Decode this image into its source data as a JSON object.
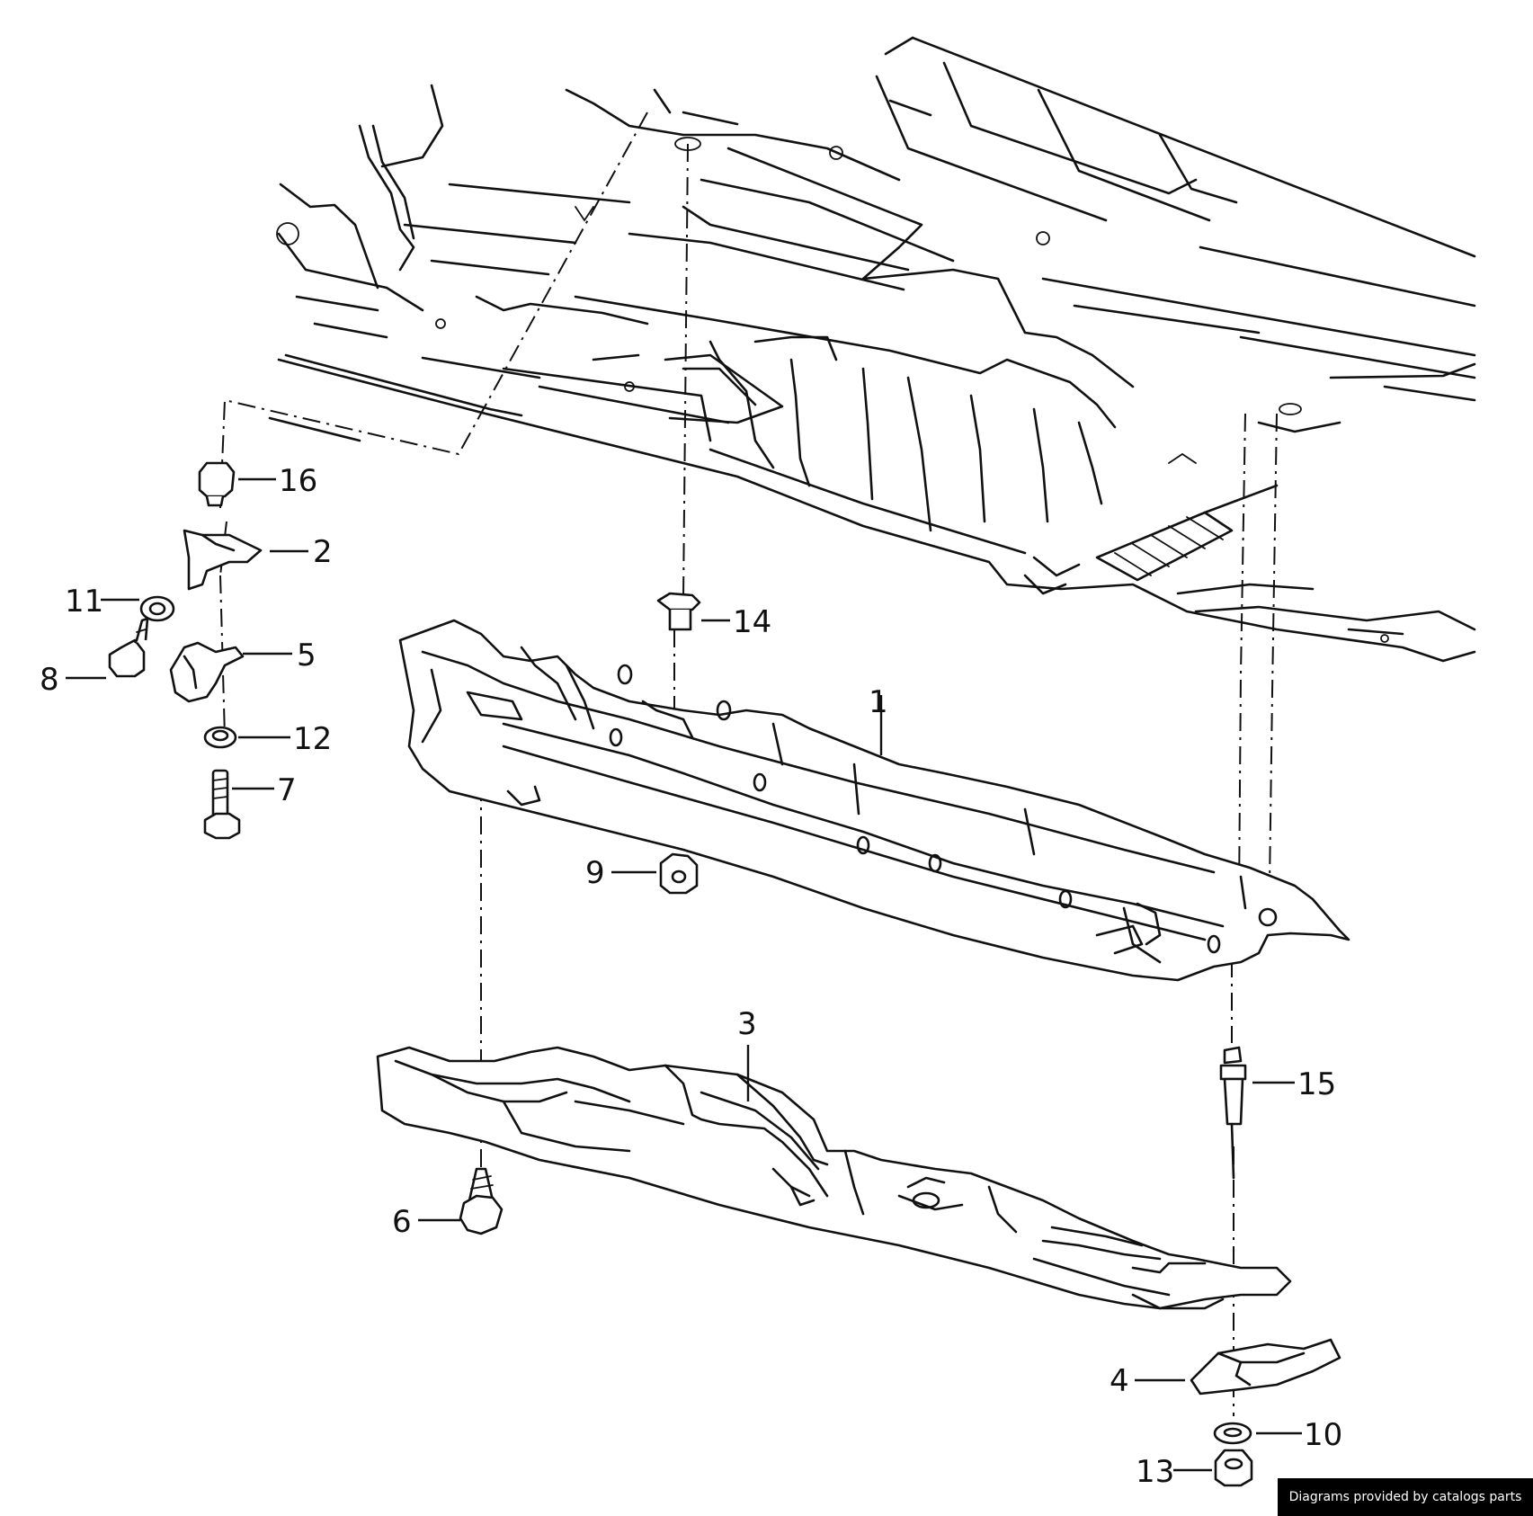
{
  "callouts": [
    {
      "id": "1",
      "label": "1"
    },
    {
      "id": "2",
      "label": "2"
    },
    {
      "id": "3",
      "label": "3"
    },
    {
      "id": "4",
      "label": "4"
    },
    {
      "id": "5",
      "label": "5"
    },
    {
      "id": "6",
      "label": "6"
    },
    {
      "id": "7",
      "label": "7"
    },
    {
      "id": "8",
      "label": "8"
    },
    {
      "id": "9",
      "label": "9"
    },
    {
      "id": "10",
      "label": "10"
    },
    {
      "id": "11",
      "label": "11"
    },
    {
      "id": "12",
      "label": "12"
    },
    {
      "id": "13",
      "label": "13"
    },
    {
      "id": "14",
      "label": "14"
    },
    {
      "id": "15",
      "label": "15"
    },
    {
      "id": "16",
      "label": "16"
    }
  ],
  "credit": "Diagrams provided by catalogs parts"
}
